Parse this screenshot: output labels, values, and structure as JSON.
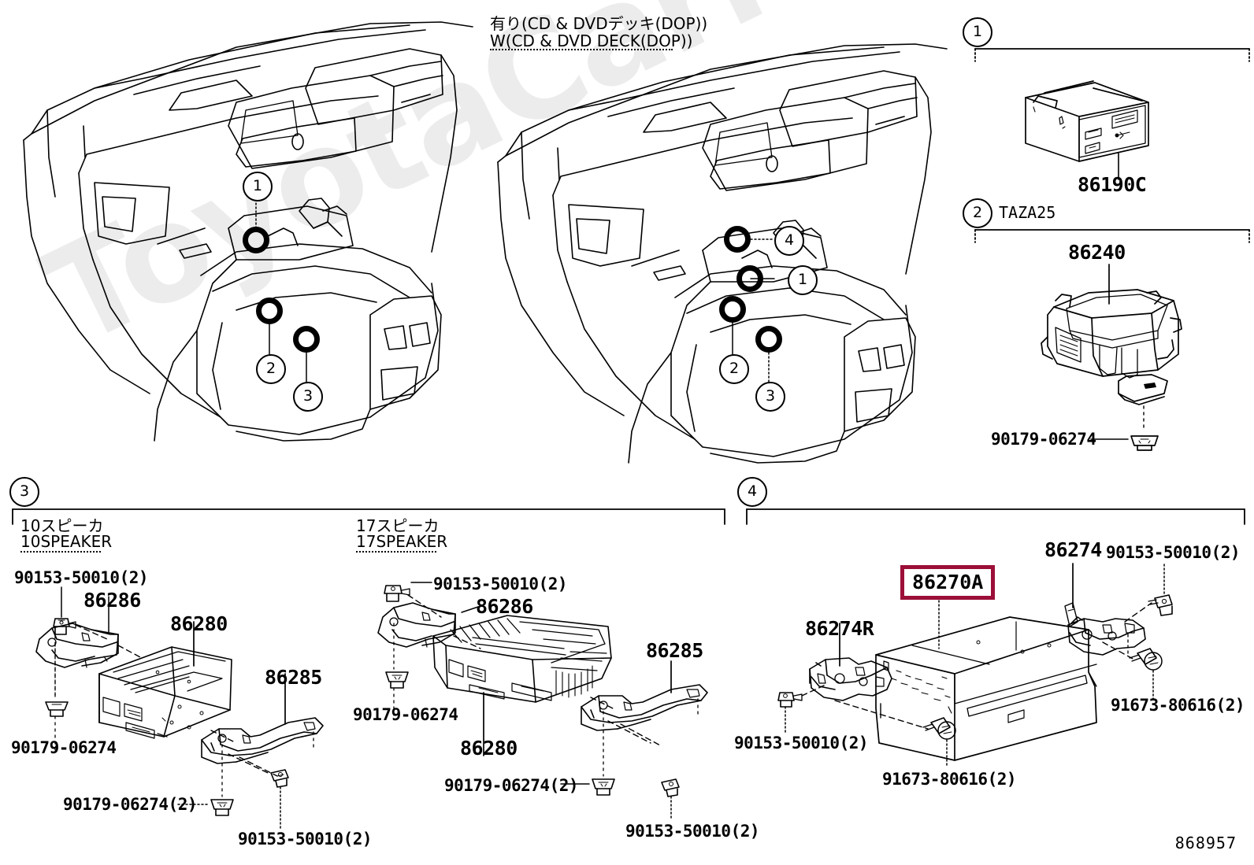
{
  "diagram": {
    "footer_number": "868957",
    "watermark": "ToyotaCarMine.ru",
    "highlight_color": "#9B0F38"
  },
  "top_header": {
    "jp": "有り(CD & DVDデッキ(DOP))",
    "en": "W(CD & DVD DECK(DOP))"
  },
  "illustrations": {
    "left": {
      "name": "instrument-panel-without-deck",
      "callouts": [
        {
          "id": "1",
          "number": "1"
        },
        {
          "id": "2",
          "number": "2"
        },
        {
          "id": "3",
          "number": "3"
        }
      ]
    },
    "right": {
      "name": "instrument-panel-with-deck",
      "callouts": [
        {
          "id": "1",
          "number": "1"
        },
        {
          "id": "2",
          "number": "2"
        },
        {
          "id": "3",
          "number": "3"
        },
        {
          "id": "4",
          "number": "4"
        }
      ]
    }
  },
  "panels": [
    {
      "id": "panel-1",
      "callout": "1",
      "title": "",
      "parts": [
        {
          "number": "86190C",
          "name": "usb-aux-adapter"
        }
      ]
    },
    {
      "id": "panel-2",
      "callout": "2",
      "title": "TAZA25",
      "parts": [
        {
          "number": "86240",
          "name": "antenna-amplifier-module"
        },
        {
          "number": "90179-06274",
          "name": "nut"
        }
      ]
    },
    {
      "id": "panel-3",
      "callout": "3",
      "groups": [
        {
          "jp": "10スピーカ",
          "en": "10SPEAKER",
          "parts": [
            {
              "number": "90153-50010(2)",
              "name": "screw-upper-left"
            },
            {
              "number": "86286",
              "name": "bracket-amplifier-no1"
            },
            {
              "number": "86280",
              "name": "stereo-component-amplifier"
            },
            {
              "number": "86285",
              "name": "bracket-amplifier-no2"
            },
            {
              "number": "90179-06274",
              "name": "nut-left"
            },
            {
              "number": "90179-06274(2)",
              "name": "nut-lower"
            },
            {
              "number": "90153-50010(2)",
              "name": "screw-lower-right"
            }
          ]
        },
        {
          "jp": "17スピーカ",
          "en": "17SPEAKER",
          "parts": [
            {
              "number": "90153-50010(2)",
              "name": "screw-upper-left"
            },
            {
              "number": "86286",
              "name": "bracket-amplifier-no1"
            },
            {
              "number": "86280",
              "name": "stereo-component-amplifier"
            },
            {
              "number": "86285",
              "name": "bracket-amplifier-no2"
            },
            {
              "number": "90179-06274",
              "name": "nut-left"
            },
            {
              "number": "90179-06274(2)",
              "name": "nut-lower"
            },
            {
              "number": "90153-50010(2)",
              "name": "screw-lower-right"
            }
          ]
        }
      ]
    },
    {
      "id": "panel-4",
      "callout": "4",
      "parts": [
        {
          "number": "86270A",
          "name": "cd-dvd-changer",
          "highlighted": true
        },
        {
          "number": "86274",
          "name": "bracket-right"
        },
        {
          "number": "86274R",
          "name": "bracket-left"
        },
        {
          "number": "90153-50010(2)",
          "name": "screw-top-right"
        },
        {
          "number": "91673-80616(2)",
          "name": "bolt-right"
        },
        {
          "number": "90153-50010(2)",
          "name": "screw-bottom-left"
        },
        {
          "number": "91673-80616(2)",
          "name": "bolt-bottom"
        }
      ]
    }
  ],
  "labels": {
    "p1_86190C": "86190C",
    "p2_title": "TAZA25",
    "p2_86240": "86240",
    "p2_nut": "90179-06274",
    "p3_10jp": "10スピーカ",
    "p3_10en": "10SPEAKER",
    "p3_17jp": "17スピーカ",
    "p3_17en": "17SPEAKER",
    "p3a_screw_tl": "90153-50010(2)",
    "p3a_86286": "86286",
    "p3a_86280": "86280",
    "p3a_86285": "86285",
    "p3a_nut_l": "90179-06274",
    "p3a_nut_b": "90179-06274(2)",
    "p3a_screw_br": "90153-50010(2)",
    "p3b_screw_tl": "90153-50010(2)",
    "p3b_86286": "86286",
    "p3b_86280": "86280",
    "p3b_86285": "86285",
    "p3b_nut_l": "90179-06274",
    "p3b_nut_b": "90179-06274(2)",
    "p3b_screw_br": "90153-50010(2)",
    "p4_86270A": "86270A",
    "p4_86274": "86274",
    "p4_86274R": "86274R",
    "p4_screw_tr": "90153-50010(2)",
    "p4_bolt_r": "91673-80616(2)",
    "p4_screw_bl": "90153-50010(2)",
    "p4_bolt_b": "91673-80616(2)",
    "c1": "1",
    "c2": "2",
    "c3": "3",
    "c4": "4",
    "footer": "868957"
  }
}
